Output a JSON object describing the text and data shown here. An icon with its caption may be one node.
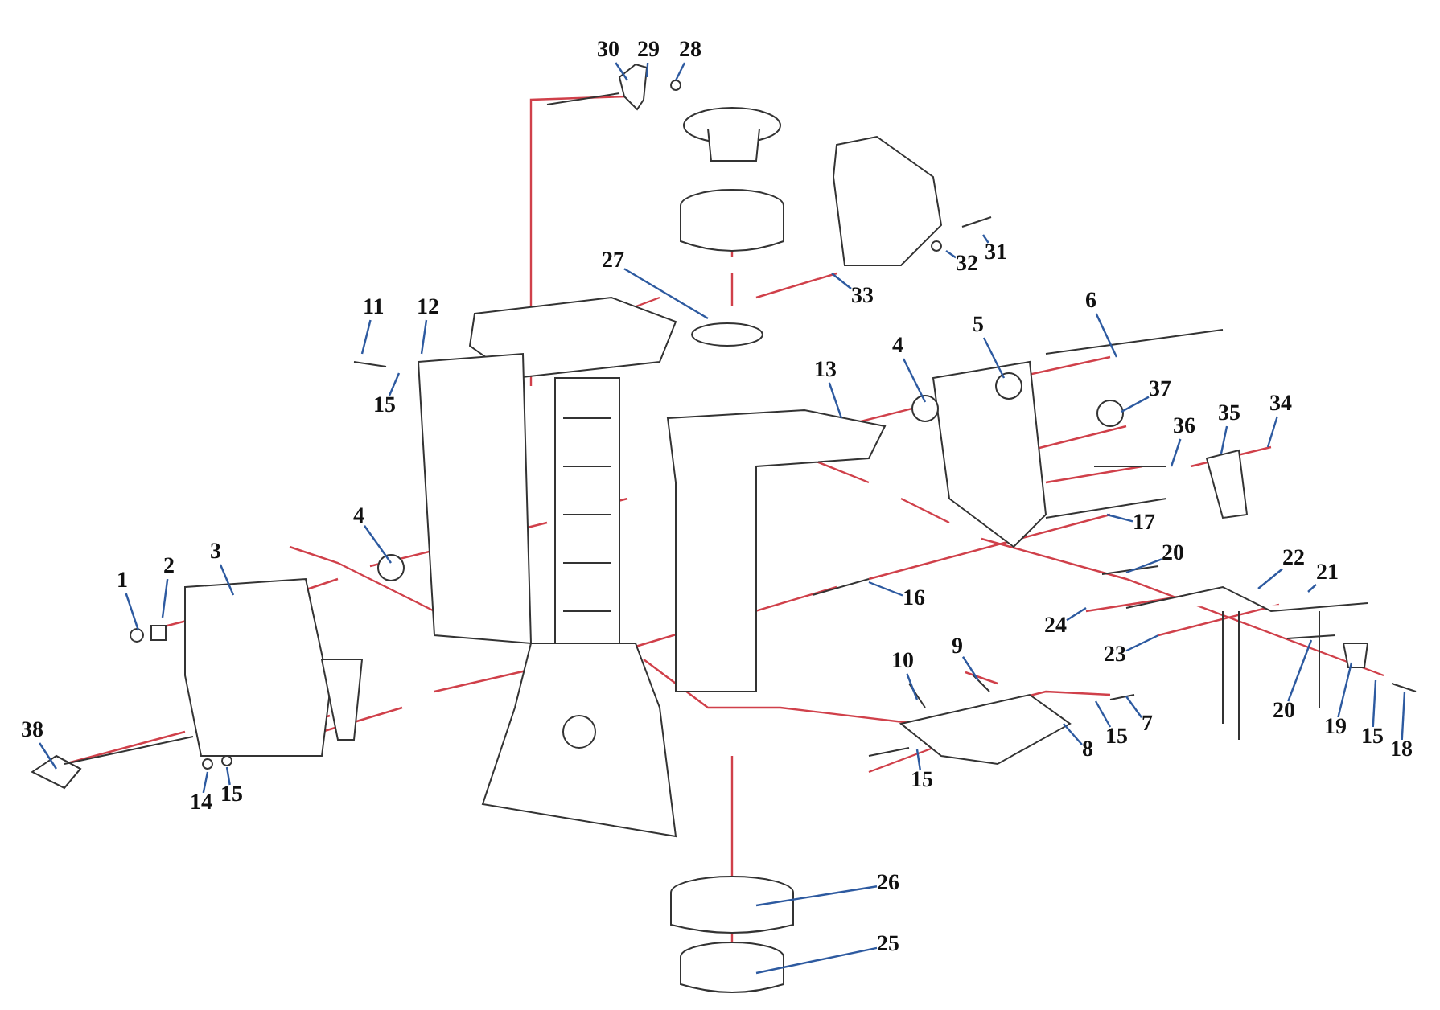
{
  "diagram": {
    "nodes": [
      {
        "text": [
          "30"
        ]
      },
      {
        "text": [
          "29"
        ]
      },
      {
        "text": [
          "28"
        ]
      },
      {
        "text": [
          "32"
        ]
      },
      {
        "text": [
          "31"
        ]
      },
      {
        "text": [
          "27"
        ]
      },
      {
        "text": [
          "33"
        ]
      },
      {
        "text": [
          "6"
        ]
      },
      {
        "text": [
          "11"
        ]
      },
      {
        "text": [
          "12"
        ]
      },
      {
        "text": [
          "5"
        ]
      },
      {
        "text": [
          "4"
        ]
      },
      {
        "text": [
          "13"
        ]
      },
      {
        "text": [
          "37"
        ]
      },
      {
        "text": [
          "15"
        ]
      },
      {
        "text": [
          "35"
        ]
      },
      {
        "text": [
          "34"
        ]
      },
      {
        "text": [
          "36"
        ]
      },
      {
        "text": [
          "4"
        ]
      },
      {
        "text": [
          "17"
        ]
      },
      {
        "text": [
          "3"
        ]
      },
      {
        "text": [
          "20"
        ]
      },
      {
        "text": [
          "22"
        ]
      },
      {
        "text": [
          "2"
        ]
      },
      {
        "text": [
          "21"
        ]
      },
      {
        "text": [
          "1"
        ]
      },
      {
        "text": [
          "16"
        ]
      },
      {
        "text": [
          "24"
        ]
      },
      {
        "text": [
          "9"
        ]
      },
      {
        "text": [
          "23"
        ]
      },
      {
        "text": [
          "10"
        ]
      },
      {
        "text": [
          "20"
        ]
      },
      {
        "text": [
          "7"
        ]
      },
      {
        "text": [
          "19"
        ]
      },
      {
        "text": [
          "38"
        ]
      },
      {
        "text": [
          "15"
        ]
      },
      {
        "text": [
          "15"
        ]
      },
      {
        "text": [
          "8"
        ]
      },
      {
        "text": [
          "18"
        ]
      },
      {
        "text": [
          "15"
        ]
      },
      {
        "text": [
          "14"
        ]
      },
      {
        "text": [
          "15"
        ]
      },
      {
        "text": [
          "26"
        ]
      },
      {
        "text": [
          "25"
        ]
      }
    ],
    "edges": [
      {
        "from": 0,
        "to": null,
        "arrow": "none"
      },
      {
        "from": 1,
        "to": null,
        "arrow": "none"
      },
      {
        "from": 2,
        "to": null,
        "arrow": "none"
      },
      {
        "from": 3,
        "to": null,
        "arrow": "none"
      },
      {
        "from": 4,
        "to": null,
        "arrow": "none"
      },
      {
        "from": 5,
        "to": null,
        "arrow": "none"
      },
      {
        "from": 6,
        "to": null,
        "arrow": "none"
      },
      {
        "from": 7,
        "to": null,
        "arrow": "none"
      },
      {
        "from": 8,
        "to": null,
        "arrow": "none"
      },
      {
        "from": 9,
        "to": null,
        "arrow": "none"
      },
      {
        "from": 10,
        "to": null,
        "arrow": "none"
      },
      {
        "from": 11,
        "to": null,
        "arrow": "none"
      },
      {
        "from": 12,
        "to": null,
        "arrow": "none"
      },
      {
        "from": 13,
        "to": null,
        "arrow": "none"
      },
      {
        "from": 14,
        "to": null,
        "arrow": "none"
      },
      {
        "from": 15,
        "to": null,
        "arrow": "none"
      },
      {
        "from": 16,
        "to": null,
        "arrow": "none"
      },
      {
        "from": 17,
        "to": null,
        "arrow": "none"
      },
      {
        "from": 18,
        "to": null,
        "arrow": "none"
      },
      {
        "from": 19,
        "to": null,
        "arrow": "none"
      },
      {
        "from": 20,
        "to": null,
        "arrow": "none"
      },
      {
        "from": 21,
        "to": null,
        "arrow": "none"
      },
      {
        "from": 22,
        "to": null,
        "arrow": "none"
      },
      {
        "from": 23,
        "to": null,
        "arrow": "none"
      },
      {
        "from": 24,
        "to": null,
        "arrow": "none"
      },
      {
        "from": 25,
        "to": null,
        "arrow": "none"
      },
      {
        "from": 26,
        "to": null,
        "arrow": "none"
      },
      {
        "from": 27,
        "to": null,
        "arrow": "none"
      },
      {
        "from": 28,
        "to": null,
        "arrow": "none"
      },
      {
        "from": 29,
        "to": null,
        "arrow": "none"
      },
      {
        "from": 30,
        "to": null,
        "arrow": "none"
      },
      {
        "from": 31,
        "to": null,
        "arrow": "none"
      },
      {
        "from": 32,
        "to": null,
        "arrow": "none"
      },
      {
        "from": 33,
        "to": null,
        "arrow": "none"
      },
      {
        "from": 34,
        "to": null,
        "arrow": "none"
      },
      {
        "from": 35,
        "to": null,
        "arrow": "none"
      },
      {
        "from": 36,
        "to": null,
        "arrow": "none"
      },
      {
        "from": 37,
        "to": null,
        "arrow": "none"
      },
      {
        "from": 38,
        "to": null,
        "arrow": "none"
      },
      {
        "from": 39,
        "to": null,
        "arrow": "none"
      },
      {
        "from": 40,
        "to": null,
        "arrow": "none"
      },
      {
        "from": 41,
        "to": null,
        "arrow": "none"
      },
      {
        "from": 42,
        "to": null,
        "arrow": "none"
      },
      {
        "from": 43,
        "to": null,
        "arrow": "none"
      }
    ]
  }
}
